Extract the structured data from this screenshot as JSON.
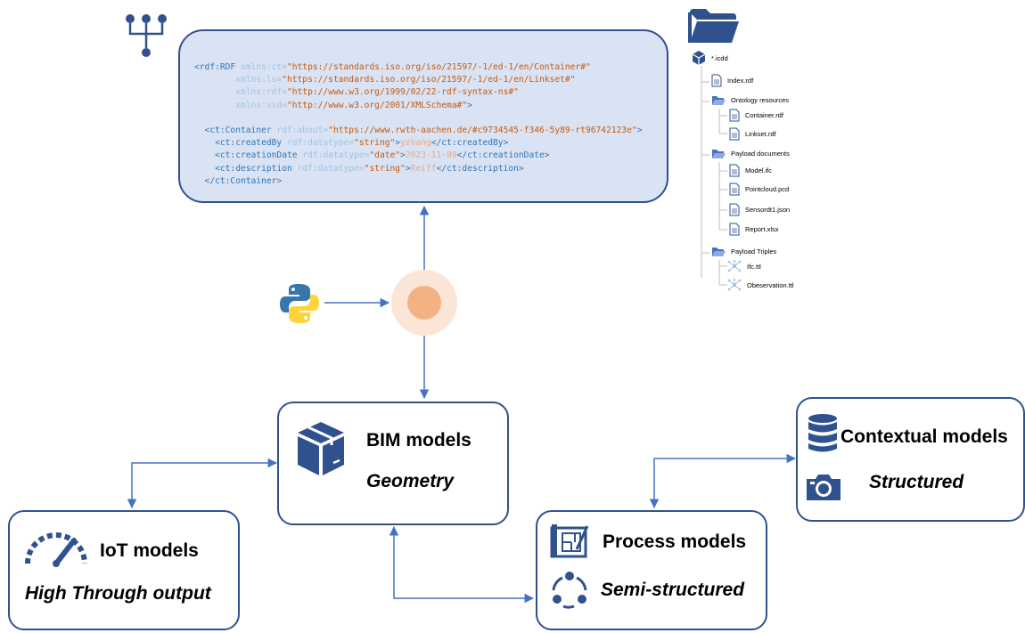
{
  "code": {
    "l1": [
      [
        "tg",
        "<rdf:RDF "
      ],
      [
        "at",
        "xmlns:ct="
      ],
      [
        "st",
        "\"https://standards.iso.org/iso/21597/-1/ed-1/en/Container#\""
      ]
    ],
    "l2": [
      [
        "tg",
        "        "
      ],
      [
        "at",
        "xmlns:ls="
      ],
      [
        "st",
        "\"https://standards.iso.org/iso/21597/-1/ed-1/en/Linkset#\""
      ]
    ],
    "l3": [
      [
        "tg",
        "        "
      ],
      [
        "at",
        "xmlns:rdf="
      ],
      [
        "st",
        "\"http://www.w3.org/1999/02/22-rdf-syntax-ns#\""
      ]
    ],
    "l4": [
      [
        "tg",
        "        "
      ],
      [
        "at",
        "xmlns:xsd="
      ],
      [
        "st",
        "\"http://www.w3.org/2001/XMLSchema#\""
      ],
      [
        "tg",
        ">"
      ]
    ],
    "l5": [
      [
        "tg",
        "  <ct:Container "
      ],
      [
        "at",
        "rdf:about="
      ],
      [
        "st",
        "\"https://www.rwth-aachen.de/#c9734545-f346-5y89-rt96742123e\""
      ],
      [
        "tg",
        ">"
      ]
    ],
    "l6": [
      [
        "tg",
        "    <ct:createdBy "
      ],
      [
        "at",
        "rdf:datatype="
      ],
      [
        "st",
        "\"string\""
      ],
      [
        "tg",
        ">"
      ],
      [
        "tx",
        "yzhang"
      ],
      [
        "tg",
        "</ct:createdBy>"
      ]
    ],
    "l7": [
      [
        "tg",
        "    <ct:creationDate "
      ],
      [
        "at",
        "rdf:datatype="
      ],
      [
        "st",
        "\"date\""
      ],
      [
        "tg",
        ">"
      ],
      [
        "tx",
        "2023-11-09"
      ],
      [
        "tg",
        "</ct:creationDate>"
      ]
    ],
    "l8": [
      [
        "tg",
        "    <ct:description "
      ],
      [
        "at",
        "rdf:datatype="
      ],
      [
        "st",
        "\"string\""
      ],
      [
        "tg",
        ">"
      ],
      [
        "tx",
        "Reiff"
      ],
      [
        "tg",
        "</ct:description>"
      ]
    ],
    "l9": [
      [
        "tg",
        "  </ct:Container>"
      ]
    ]
  },
  "tree": {
    "root": "*.icdd",
    "index": "Index.rdf",
    "ontology": "Ontology resources",
    "container": "Container.rdf",
    "linkset": "Linkset.rdf",
    "payload_docs": "Payload documents",
    "model": "Model.ifc",
    "pointcloud": "Pointcloud.pcd",
    "sensor": "Sensordt1.json",
    "report": "Report.xlsx",
    "payload_triples": "Payload Triples",
    "ifcttl": "Ifc.ttl",
    "obs": "Obeservation.ttl"
  },
  "bim": {
    "title": "BIM models",
    "sub": "Geometry"
  },
  "iot": {
    "title": "IoT models",
    "sub": "High Through output"
  },
  "process": {
    "title": "Process models",
    "sub": "Semi-structured"
  },
  "context": {
    "title": "Contextual models",
    "sub": "Structured"
  },
  "colors": {
    "accent": "#2f528f",
    "icon": "#2f528f",
    "panel": "#dae3f3",
    "hub": "#f4b183",
    "hub_halo": "#fbe5d6"
  },
  "icons": [
    "hierarchy-icon",
    "folder-icon",
    "python-logo-icon",
    "cube-icon",
    "speedometer-icon",
    "blueprint-icon",
    "cycle-icon",
    "database-icon",
    "camera-icon"
  ]
}
